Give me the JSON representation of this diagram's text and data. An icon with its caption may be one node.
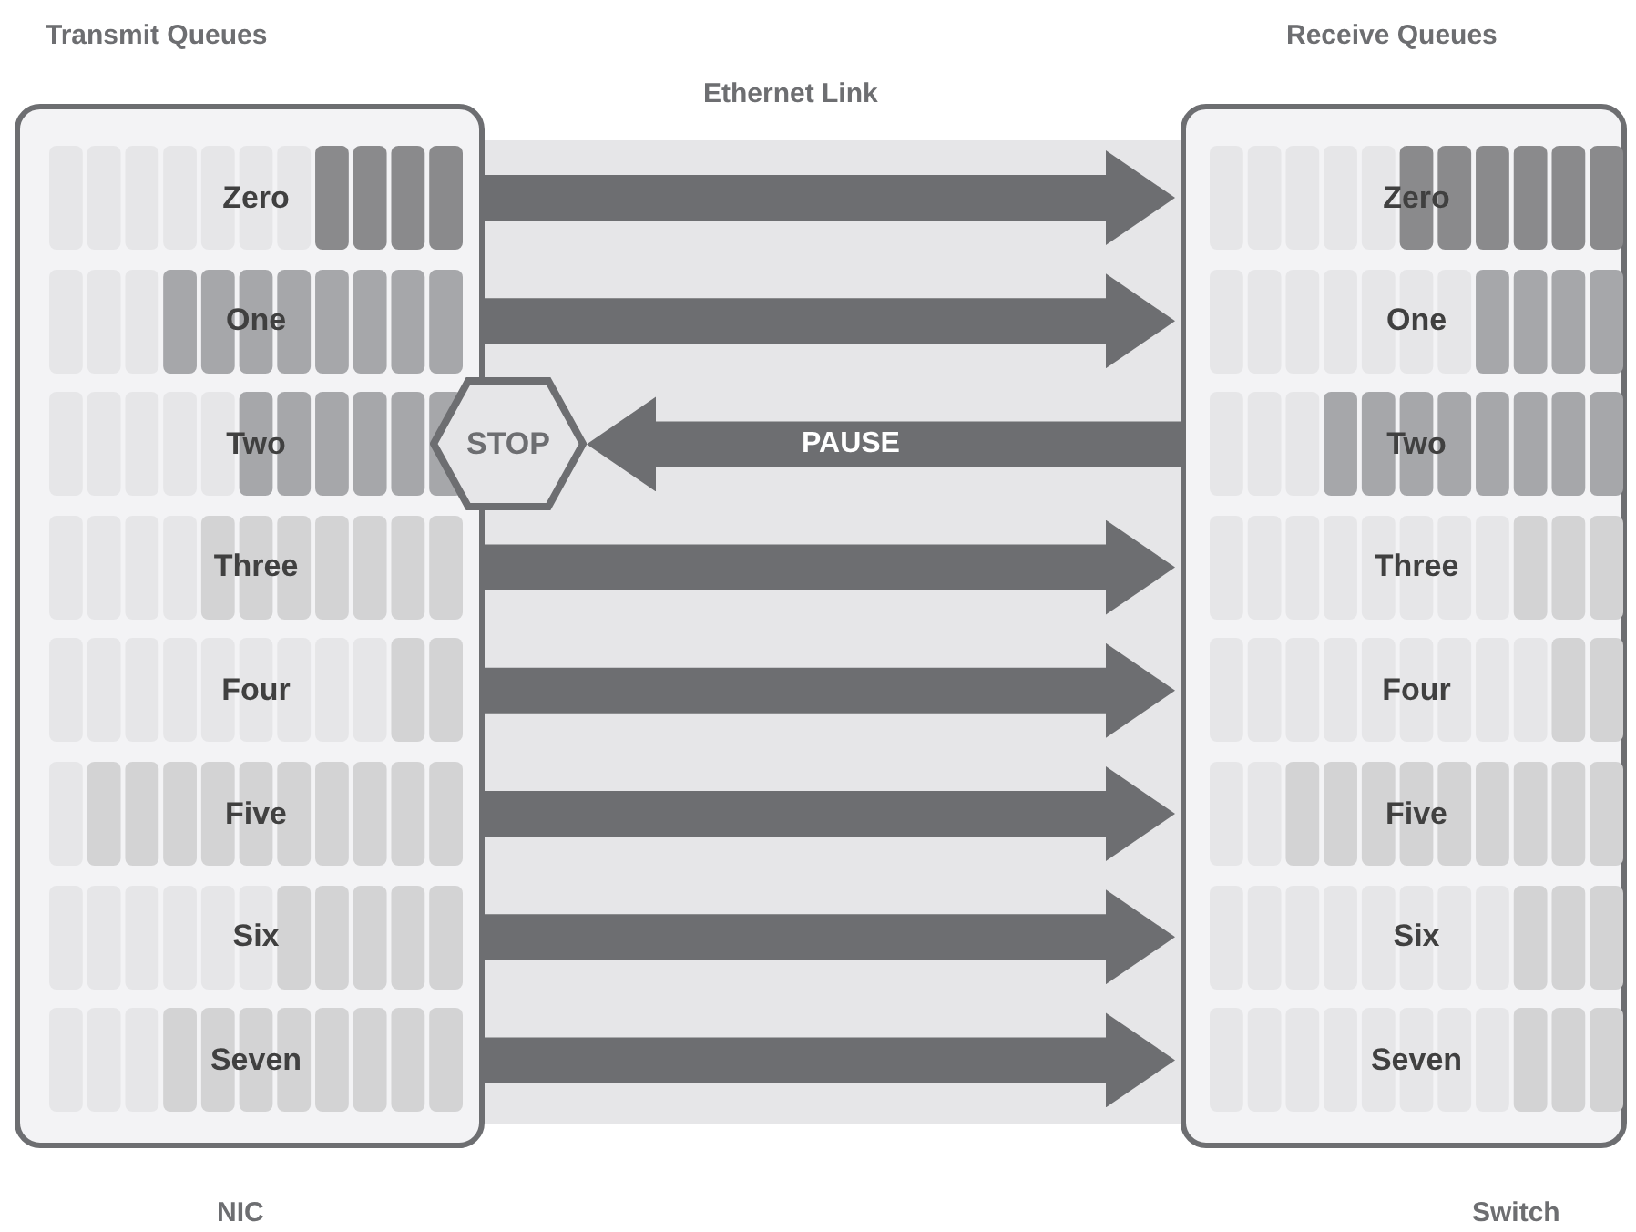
{
  "diagram": {
    "nodes": [
      {
        "text": [
          "Transmit Queues"
        ],
        "beside": [
          "NIC"
        ]
      },
      {
        "text": [
          "Zero"
        ],
        "in": 0
      },
      {
        "text": [
          "One"
        ],
        "in": 0
      },
      {
        "text": [
          "Two"
        ],
        "in": 0
      },
      {
        "text": [
          "Three"
        ],
        "in": 0
      },
      {
        "text": [
          "Four"
        ],
        "in": 0
      },
      {
        "text": [
          "Five"
        ],
        "in": 0
      },
      {
        "text": [
          "Six"
        ],
        "in": 0
      },
      {
        "text": [
          "Seven"
        ],
        "in": 0
      },
      {
        "text": [
          "Receive Queues"
        ],
        "beside": [
          "Switch"
        ]
      },
      {
        "text": [
          "Zero"
        ],
        "in": 9
      },
      {
        "text": [
          "One"
        ],
        "in": 9
      },
      {
        "text": [
          "Two"
        ],
        "in": 9
      },
      {
        "text": [
          "Three"
        ],
        "in": 9
      },
      {
        "text": [
          "Four"
        ],
        "in": 9
      },
      {
        "text": [
          "Five"
        ],
        "in": 9
      },
      {
        "text": [
          "Six"
        ],
        "in": 9
      },
      {
        "text": [
          "Seven"
        ],
        "in": 9
      },
      {
        "text": [
          "STOP"
        ]
      }
    ],
    "edges": [
      {
        "from": 1,
        "to": 10,
        "arrow": "to"
      },
      {
        "from": 2,
        "to": 11,
        "arrow": "to"
      },
      {
        "from": 4,
        "to": 13,
        "arrow": "to"
      },
      {
        "from": 5,
        "to": 14,
        "arrow": "to"
      },
      {
        "from": 6,
        "to": 15,
        "arrow": "to"
      },
      {
        "from": 7,
        "to": 16,
        "arrow": "to"
      },
      {
        "from": 8,
        "to": 17,
        "arrow": "to"
      },
      {
        "from": 12,
        "to": 18,
        "arrow": "to",
        "label": "PAUSE"
      }
    ],
    "labels": [
      "Ethernet Link"
    ]
  }
}
